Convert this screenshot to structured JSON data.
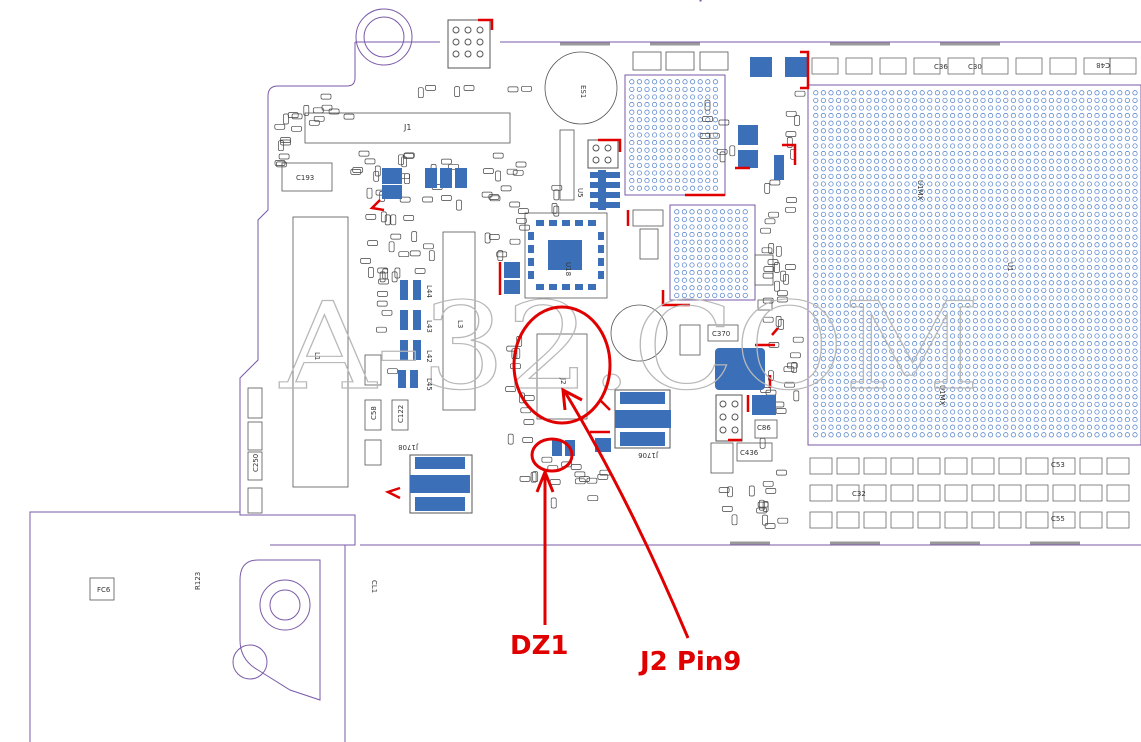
{
  "watermark": "A-32.COM",
  "annotations": [
    {
      "id": "dz1",
      "label": "DZ1"
    },
    {
      "id": "j2pin9",
      "label": "J2 Pin9"
    }
  ],
  "major_labels": {
    "j1": "J1",
    "c193": "C193",
    "c370": "C370",
    "u18": "U18",
    "u5": "U5",
    "j2": "J2",
    "l1": "L1",
    "l3": "L3",
    "es1": "ES1",
    "c86": "C86",
    "c436": "C436",
    "j1706": "J1706",
    "j1708": "J1708",
    "c250": "C250",
    "c122": "C122",
    "c58": "C58",
    "c36": "C36",
    "c30": "C30",
    "c48": "C48",
    "c32": "C32",
    "c53": "C53",
    "c55": "C55",
    "fc6": "FC6",
    "cl1": "CL1",
    "l43": "L43",
    "l44": "L44",
    "l45": "L45",
    "l42": "L42",
    "r123": "R123"
  },
  "colors": {
    "outline": "#7a5aa8",
    "pad": "#3b6fb8",
    "pin_grid": "#4a7cc8",
    "red": "#e00000",
    "watermark": "#b8b8b8"
  }
}
